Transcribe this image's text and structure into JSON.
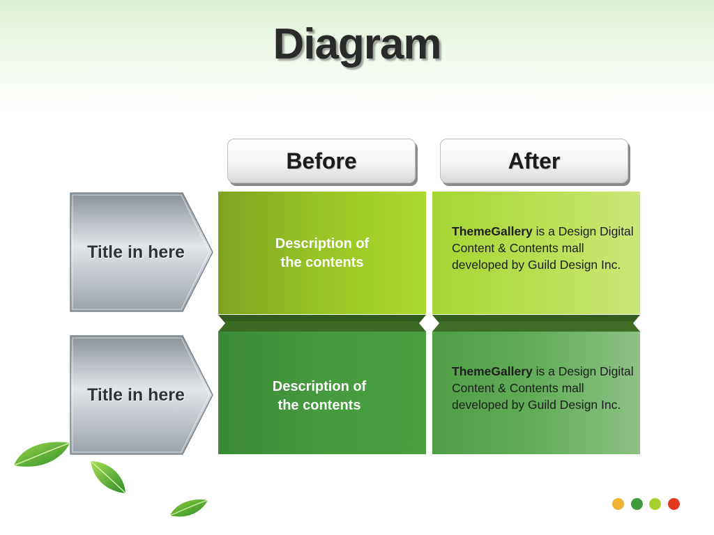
{
  "title": "Diagram",
  "columns": {
    "before": "Before",
    "after": "After"
  },
  "rows": [
    {
      "title": "Title in here",
      "before": "Description of the contents",
      "after_brand": "ThemeGallery",
      "after_text": " is a Design Digital Content & Contents mall developed by Guild Design Inc."
    },
    {
      "title": "Title in here",
      "before": "Description of the contents",
      "after_brand": "ThemeGallery",
      "after_text": " is a Design Digital Content & Contents mall developed by Guild Design Inc."
    }
  ],
  "colors": {
    "row1_before": "#97c225",
    "row1_after": "#b9df55",
    "row2_before": "#449b3c",
    "row2_after": "#62ad58",
    "dot_colors": [
      "#f2b233",
      "#3f9a3c",
      "#a6d02c",
      "#e33a1d"
    ]
  }
}
